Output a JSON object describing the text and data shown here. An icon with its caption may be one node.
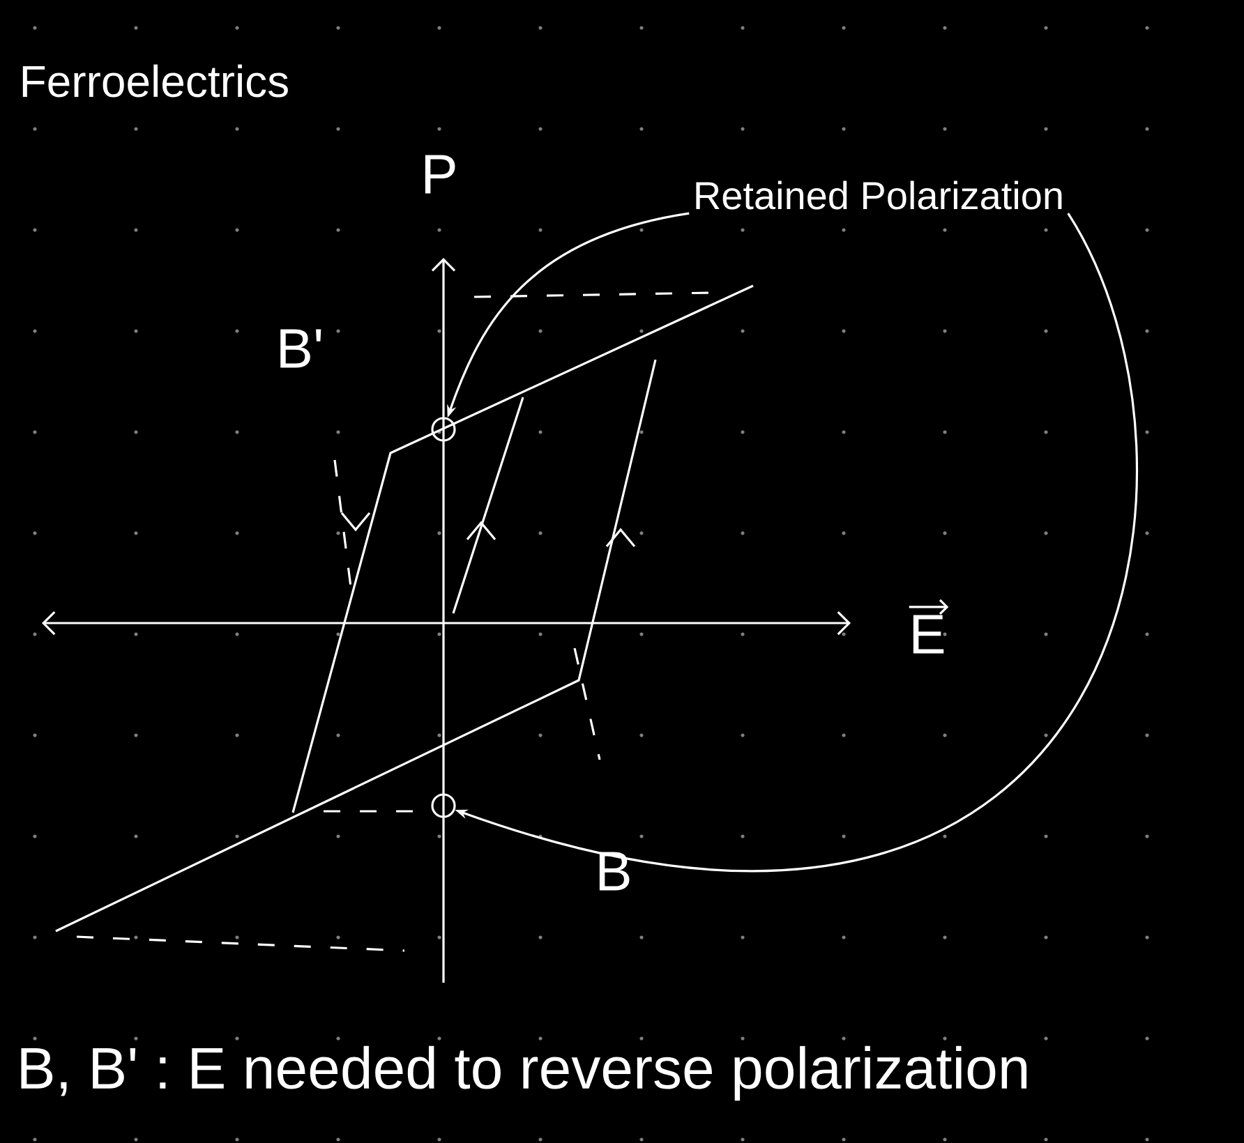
{
  "diagram": {
    "title": "Ferroelectrics",
    "nodes": [
      {
        "text": [
          "Retained Polarization"
        ]
      },
      {
        "text": [],
        "shape": "circle"
      },
      {
        "text": [],
        "shape": "circle"
      }
    ],
    "edges": [
      {
        "from": 0,
        "to": 1,
        "arrow": "to"
      },
      {
        "from": 0,
        "to": 2,
        "arrow": "to"
      }
    ],
    "labels": [
      "P",
      "B'",
      "E",
      "B"
    ],
    "caption": "B, B' : E needed to reverse polarization"
  }
}
